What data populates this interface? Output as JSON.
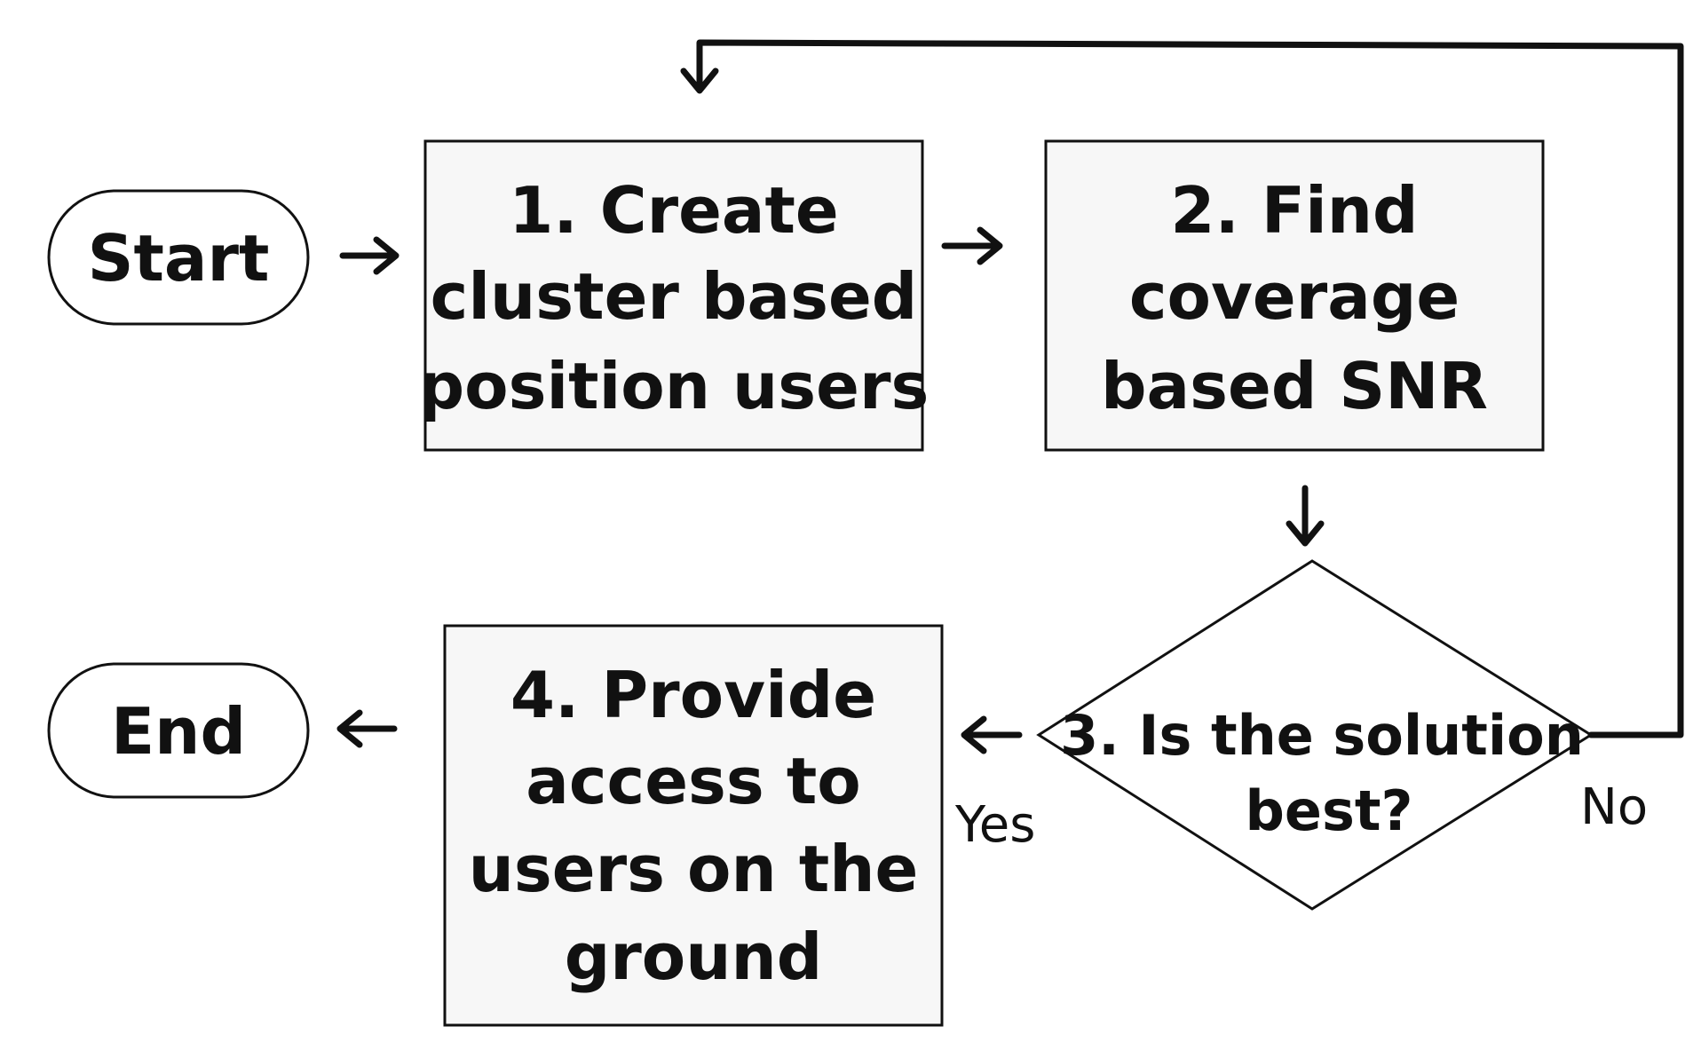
{
  "flowchart": {
    "start": {
      "label": "Start"
    },
    "end": {
      "label": "End"
    },
    "step1": {
      "lines": [
        "1. Create",
        "cluster based",
        "position users"
      ]
    },
    "step2": {
      "lines": [
        "2. Find",
        "coverage",
        "based SNR"
      ]
    },
    "step3": {
      "lines": [
        "3. Is the solution",
        "best?"
      ]
    },
    "step4": {
      "lines": [
        "4. Provide",
        "access to",
        "users on the",
        "ground"
      ]
    },
    "edge_labels": {
      "yes": "Yes",
      "no": "No"
    }
  },
  "colors": {
    "stroke": "#111111",
    "box_fill": "#f7f7f7",
    "background": "#ffffff"
  }
}
